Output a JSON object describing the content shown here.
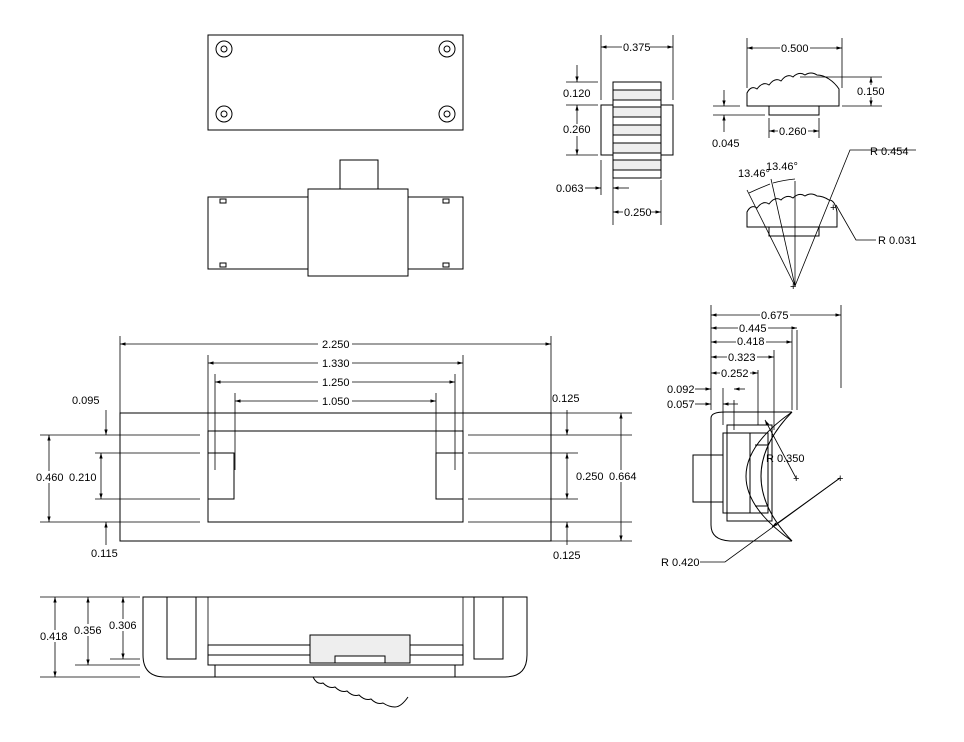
{
  "drawing": {
    "top_view": {},
    "front_view_dims": {
      "overall_width": "2.250",
      "inner_width_1": "1.330",
      "inner_width_2": "1.250",
      "inner_width_3": "1.050",
      "left_offset_top": "0.095",
      "left_height": "0.460",
      "slot_height": "0.210",
      "left_offset_bottom": "0.115",
      "right_offset_top": "0.125",
      "right_slot_height": "0.250",
      "overall_height": "0.664",
      "right_offset_bottom": "0.125"
    },
    "bottom_view_dims": {
      "height_1": "0.418",
      "height_2": "0.356",
      "height_3": "0.306"
    },
    "knob_side_dims": {
      "width": "0.375",
      "tooth_pitch": "0.120",
      "body_height": "0.260",
      "offset": "0.063",
      "inner_width": "0.250"
    },
    "knob_front_dims": {
      "width": "0.500",
      "height": "0.150",
      "base_offset": "0.045",
      "base_width": "0.260"
    },
    "knob_detail_dims": {
      "angle_1": "13.46°",
      "angle_2": "13.46°",
      "radius_outer": "R 0.454",
      "radius_tooth": "R 0.031"
    },
    "end_view_dims": {
      "d1": "0.675",
      "d2": "0.445",
      "d3": "0.418",
      "d4": "0.323",
      "d5": "0.252",
      "d6": "0.092",
      "d7": "0.057",
      "r1": "R 0.350",
      "r2": "R 0.420"
    }
  }
}
